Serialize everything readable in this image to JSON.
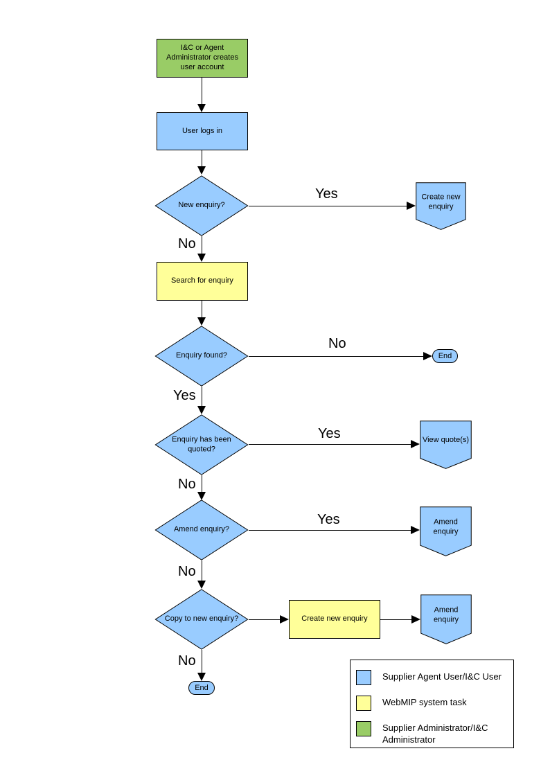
{
  "colors": {
    "user_task": "#99CCFF",
    "system_task": "#FFFF99",
    "admin_task": "#99CC66",
    "line": "#000000"
  },
  "nodes": {
    "create_account": "I&C or Agent Administrator creates user account",
    "user_logs_in": "User logs in",
    "new_enquiry": "New enquiry?",
    "create_new_enquiry_top": "Create new enquiry",
    "search_for_enquiry": "Search for enquiry",
    "enquiry_found": "Enquiry found?",
    "end_right": "End",
    "enquiry_quoted": "Enquiry has been quoted?",
    "view_quotes": "View quote(s)",
    "amend_enquiry_q": "Amend enquiry?",
    "amend_enquiry_1": "Amend enquiry",
    "copy_to_new": "Copy to new enquiry?",
    "create_new_enquiry_mid": "Create new enquiry",
    "amend_enquiry_2": "Amend enquiry",
    "end_bottom": "End"
  },
  "branch_labels": {
    "new_enquiry_yes": "Yes",
    "new_enquiry_no": "No",
    "enquiry_found_no": "No",
    "enquiry_found_yes": "Yes",
    "quoted_yes": "Yes",
    "quoted_no": "No",
    "amend_yes": "Yes",
    "amend_no": "No",
    "copy_no": "No"
  },
  "legend": {
    "items": [
      {
        "label": "Supplier Agent User/I&C User",
        "color": "#99CCFF"
      },
      {
        "label": "WebMIP system task",
        "color": "#FFFF99"
      },
      {
        "label": "Supplier Administrator/I&C Administrator",
        "color": "#99CC66"
      }
    ]
  }
}
